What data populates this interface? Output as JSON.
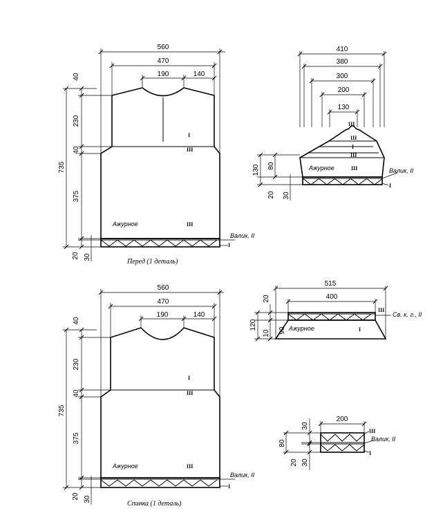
{
  "front": {
    "caption": "Перед (1 деталь)",
    "dims": {
      "width_total": "560",
      "width_upper": "470",
      "neck": "190",
      "shoulder": "140",
      "h_top": "40",
      "h_armhole": "230",
      "h_band": "40",
      "h_body": "375",
      "h_total": "735",
      "h_bottom1": "20",
      "h_bottom2": "30"
    },
    "labels": {
      "openwork": "Ажурное",
      "roller": "Валик, II"
    },
    "rows": {
      "upper": "I",
      "band": "III",
      "body": "III",
      "bottom": "I"
    }
  },
  "back": {
    "caption": "Спинка (1 деталь)",
    "dims": {
      "width_total": "560",
      "width_upper": "470",
      "neck": "190",
      "shoulder": "140",
      "h_top": "40",
      "h_armhole": "230",
      "h_band": "40",
      "h_body": "375",
      "h_total": "735",
      "h_bottom1": "20",
      "h_bottom2": "30"
    },
    "labels": {
      "openwork": "Ажурное",
      "roller": "Валик, II"
    },
    "rows": {
      "upper": "I",
      "band": "III",
      "body": "III",
      "bottom": "I"
    }
  },
  "sleeve_cap": {
    "dims": {
      "w1": "410",
      "w2": "380",
      "w3": "300",
      "w4": "200",
      "w5": "130",
      "h_total": "130",
      "h_upper": "80",
      "h_b1": "20",
      "h_b2": "30"
    },
    "labels": {
      "openwork": "Ажурное",
      "roller": "Валик, II"
    },
    "rows": {
      "top": "III",
      "r2": "III",
      "r3": "I",
      "r4": "III",
      "body": "III",
      "bottom": "I"
    }
  },
  "collar": {
    "dims": {
      "w_bottom": "515",
      "w_top": "400",
      "h_top": "20",
      "h_total": "120",
      "h_mid": "10",
      "h_body": "90"
    },
    "labels": {
      "openwork": "Ажурное",
      "tag": "Св. к. г., II"
    },
    "rows": {
      "top": "III",
      "body": "I"
    }
  },
  "cuff": {
    "dims": {
      "width": "200",
      "h_top": "30",
      "h_total": "80",
      "h_mid": "20",
      "h_bottom": "30"
    },
    "labels": {
      "roller": "Валик, II"
    },
    "rows": {
      "top": "III",
      "bottom": "I"
    }
  }
}
